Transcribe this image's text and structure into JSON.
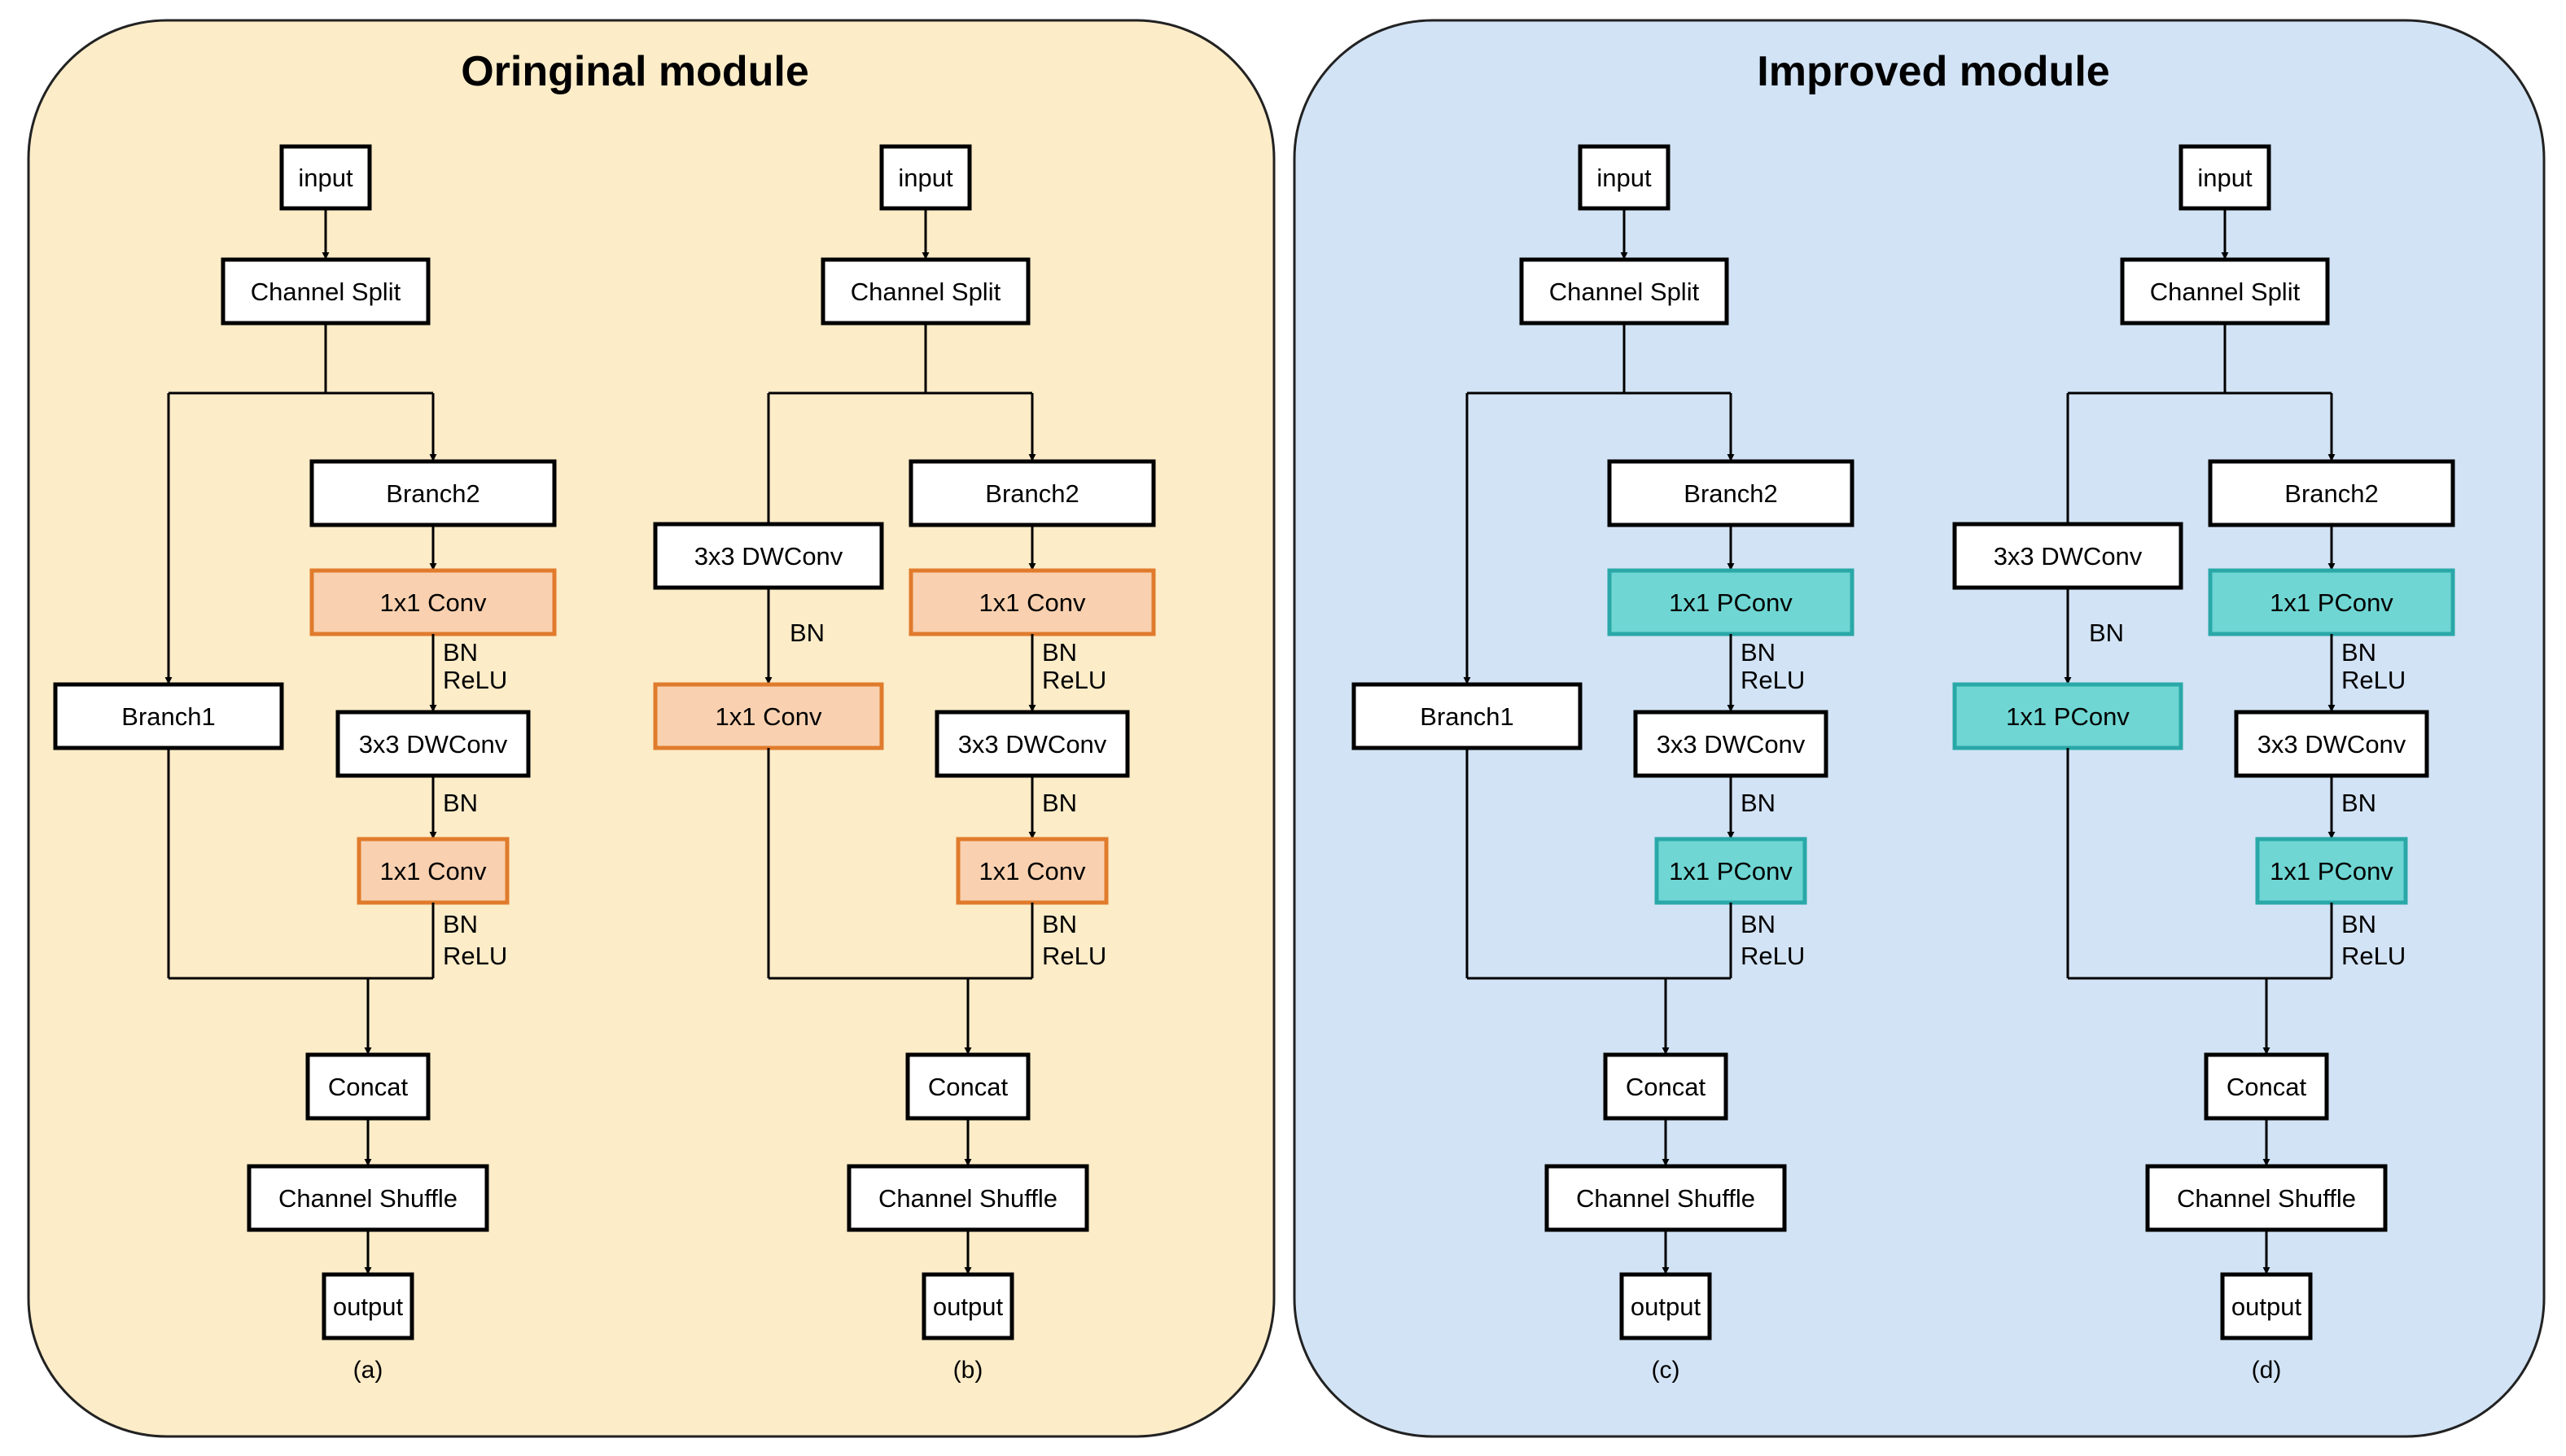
{
  "panels": {
    "original": {
      "title": "Oringinal module",
      "fill": "#fcecc8"
    },
    "improved": {
      "title": "Improved module",
      "fill": "#d2e3f5"
    }
  },
  "colors": {
    "conv_fill": "#f9d1b0",
    "conv_stroke": "#e07b2c",
    "pconv_fill": "#6fd6d3",
    "pconv_stroke": "#2aa8a8",
    "panel_stroke": "#222222",
    "line": "#000000"
  },
  "labels": {
    "input": "input",
    "channel_split": "Channel Split",
    "branch1": "Branch1",
    "branch2": "Branch2",
    "conv1x1": "1x1 Conv",
    "pconv1x1": "1x1 PConv",
    "dwconv3x3": "3x3 DWConv",
    "concat": "Concat",
    "channel_shuffle": "Channel Shuffle",
    "output": "output",
    "bn": "BN",
    "relu": "ReLU"
  },
  "captions": [
    "(a)",
    "(b)",
    "(c)",
    "(d)"
  ],
  "diagrams": [
    {
      "name": "diagram-a",
      "caption": "(a)",
      "stride2": false,
      "conv": "conv"
    },
    {
      "name": "diagram-b",
      "caption": "(b)",
      "stride2": true,
      "conv": "conv"
    },
    {
      "name": "diagram-c",
      "caption": "(c)",
      "stride2": false,
      "conv": "pconv"
    },
    {
      "name": "diagram-d",
      "caption": "(d)",
      "stride2": true,
      "conv": "pconv"
    }
  ]
}
